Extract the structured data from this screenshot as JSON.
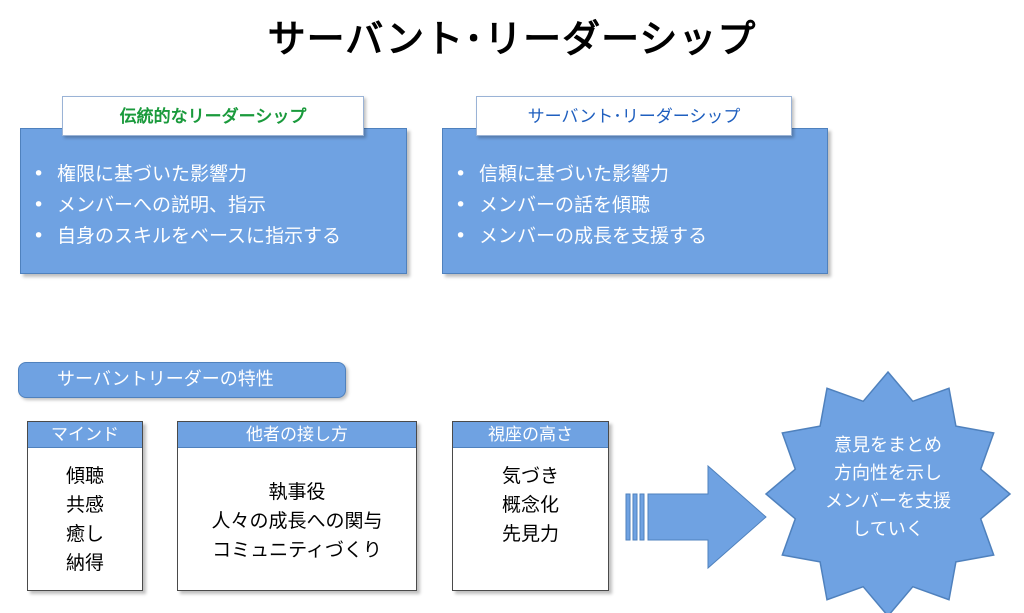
{
  "title": "サーバント･リーダーシップ",
  "traditional": {
    "label": "伝統的なリーダーシップ",
    "items": [
      "権限に基づいた影響力",
      "メンバーへの説明、指示",
      "自身のスキルをベースに指示する"
    ]
  },
  "servant": {
    "label": "サーバント･リーダーシップ",
    "items": [
      "信頼に基づいた影響力",
      "メンバーの話を傾聴",
      "メンバーの成長を支援する"
    ]
  },
  "bullet": "•",
  "traits": {
    "header": "サーバントリーダーの特性",
    "boxes": [
      {
        "title": "マインド",
        "lines": [
          "傾聴",
          "共感",
          "癒し",
          "納得"
        ]
      },
      {
        "title": "他者の接し方",
        "lines": [
          "執事役",
          "人々の成長への関与",
          "コミュニティづくり"
        ]
      },
      {
        "title": "視座の高さ",
        "lines": [
          "気づき",
          "概念化",
          "先見力"
        ]
      }
    ]
  },
  "result": {
    "lines": [
      "意見をまとめ",
      "方向性を示し",
      "メンバーを支援",
      "していく"
    ]
  },
  "colors": {
    "fill": "#6fa2e2",
    "border": "#4f81bd",
    "green_label": "#1a9a3c",
    "blue_label": "#1f5fbf"
  }
}
